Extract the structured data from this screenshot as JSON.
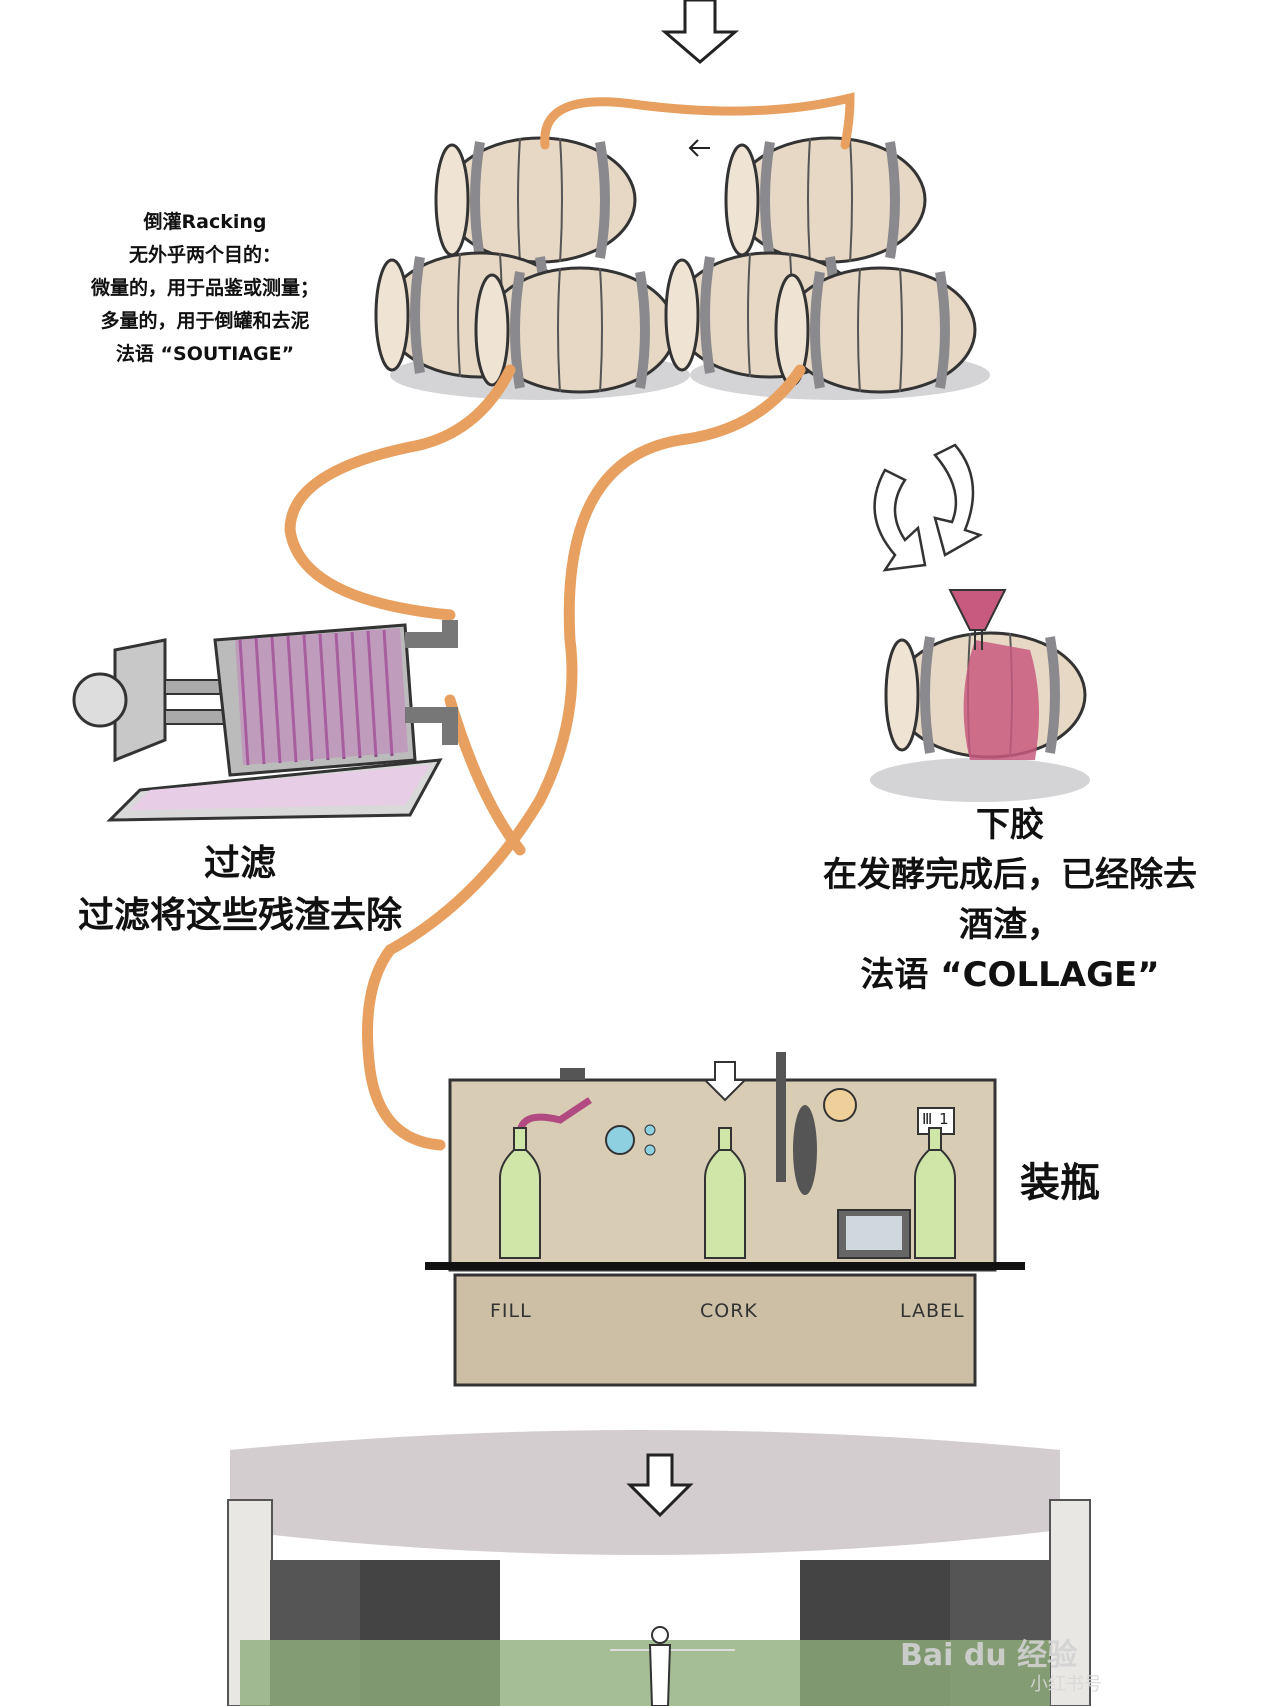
{
  "racking": {
    "lines": [
      "倒灌Racking",
      "无外乎两个目的：",
      "微量的，用于品鉴或测量；",
      "多量的，用于倒罐和去泥",
      "法语 “SOUTIAGE”"
    ]
  },
  "filtration": {
    "title": "过滤",
    "desc": "过滤将这些残渣去除"
  },
  "fining": {
    "title": "下胶",
    "lines": [
      "在发酵完成后，已经除去",
      "酒渣，",
      "法语 “COLLAGE”"
    ]
  },
  "bottling": {
    "title": "装瓶",
    "stations": [
      "FILL",
      "CORK",
      "LABEL"
    ],
    "counter": "Ⅲ 1"
  },
  "watermark": {
    "main": "Bai du 经验",
    "sub": "小红书号"
  },
  "colors": {
    "hose": "#e8a060",
    "barrel": "#e6d8c4",
    "hoop": "#8a8a8e",
    "wine": "#c85a80",
    "machine": "#d8ccb4",
    "bottle": "#cfe6a8"
  }
}
